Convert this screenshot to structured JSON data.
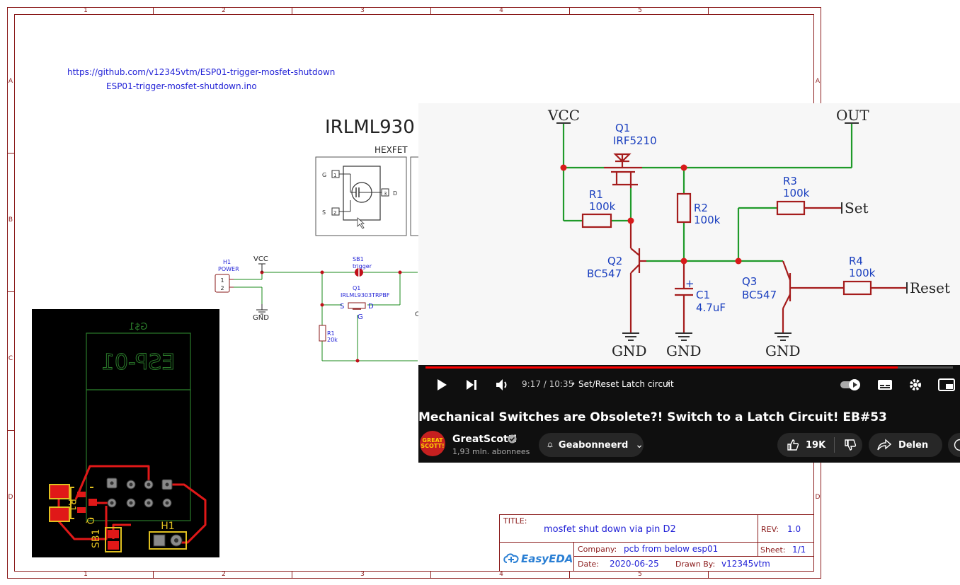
{
  "schematic": {
    "grid_columns": [
      "1",
      "2",
      "3",
      "4",
      "5"
    ],
    "grid_rows": [
      "A",
      "B",
      "C",
      "D"
    ],
    "link_url": "https://github.com/v12345vtm/ESP01-trigger-mosfet-shutdown",
    "link_file": "ESP01-trigger-mosfet-shutdown.ino",
    "part_title": "IRLML930",
    "part_subtitle": "HEXFET",
    "pin_g": "G",
    "pin_s": "S",
    "pin_d": "D",
    "pin_1": "1",
    "pin_2": "2",
    "pin_3": "3",
    "h1_ref": "H1",
    "h1_value": "POWER",
    "h1_pin1": "1",
    "h1_pin2": "2",
    "vcc_label": "VCC",
    "gnd_label": "GND",
    "sb1_ref": "SB1",
    "sb1_value": "trigger",
    "q1_ref": "Q1",
    "q1_value": "IRLML9303TRPBF",
    "q1_s": "S",
    "q1_d": "D",
    "q1_g": "G",
    "r1_ref": "R1",
    "r1_value": "20k",
    "partial_c": "C"
  },
  "pcb": {
    "silk_top": "G$1",
    "silk_esp": "ESP-01",
    "label_r1": "R1",
    "label_q": "Q",
    "label_sb1": "SB1",
    "label_h1": "H1"
  },
  "title_block": {
    "title_label": "TITLE:",
    "title_value": "mosfet shut down via pin D2",
    "rev_label": "REV:",
    "rev_value": "1.0",
    "company_label": "Company:",
    "company_value": "pcb from below esp01",
    "sheet_label": "Sheet:",
    "sheet_value": "1/1",
    "date_label": "Date:",
    "date_value": "2020-06-25",
    "drawn_label": "Drawn By:",
    "drawn_value": "v12345vtm",
    "logo_text": "EasyEDA"
  },
  "video": {
    "circuit": {
      "vcc": "VCC",
      "out": "OUT",
      "q1_ref": "Q1",
      "q1_value": "IRF5210",
      "r1_ref": "R1",
      "r1_value": "100k",
      "r2_ref": "R2",
      "r2_value": "100k",
      "r3_ref": "R3",
      "r3_value": "100k",
      "r4_ref": "R4",
      "r4_value": "100k",
      "q2_ref": "Q2",
      "q2_value": "BC547",
      "q3_ref": "Q3",
      "q3_value": "BC547",
      "c1_ref": "C1",
      "c1_value": "4.7uF",
      "set": "Set",
      "reset": "Reset",
      "gnd": "GND",
      "plus": "+"
    },
    "progress": 0.895,
    "time": "9:17 / 10:35",
    "separator": "•",
    "chapter": "Set/Reset Latch circuit",
    "title": "Mechanical Switches are Obsolete?! Switch to a Latch Circuit! EB#53",
    "channel": "GreatScott!",
    "channel_avatar_text": "GREAT SCOTT!",
    "subscribers": "1,93 mln. abonnees",
    "subscribe_label": "Geabonneerd",
    "likes": "19K",
    "share_label": "Delen",
    "accent": "#ff0000"
  }
}
